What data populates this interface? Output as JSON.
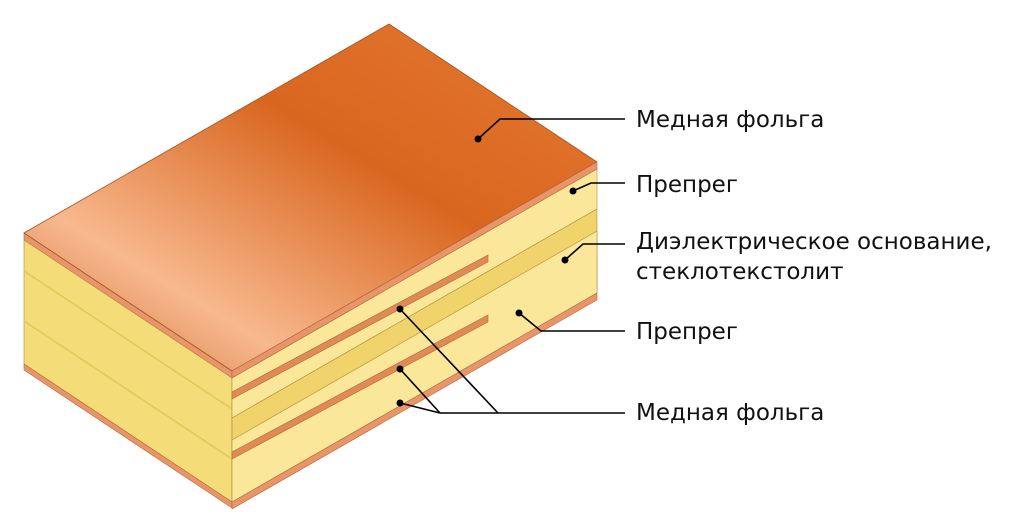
{
  "labels": {
    "copper_top": "Медная фольга",
    "prepreg_top": "Препрег",
    "core_line1": "Диэлектрическое основание,",
    "core_line2": "стеклотекстолит",
    "prepreg_bottom": "Препрег",
    "copper_inner": "Медная фольга"
  },
  "colors": {
    "copper_light": "#f8b98e",
    "copper_mid": "#d9661f",
    "copper_dark": "#c55a18",
    "copper_edge": "#e9956a",
    "prepreg_fill": "#fbe79a",
    "core_fill": "#f0d36a",
    "outline": "#b08a3c"
  }
}
